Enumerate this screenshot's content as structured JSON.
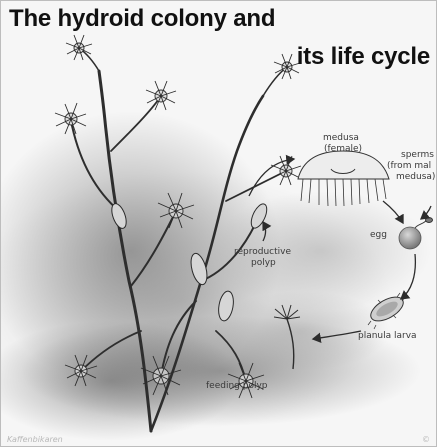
{
  "title": {
    "line1": "The hydroid colony and",
    "line2": "its life cycle"
  },
  "labels": {
    "medusa": "medusa",
    "medusa_sub": "(female)",
    "sperms": "sperms",
    "sperms_sub1": "(from mal",
    "sperms_sub2": "medusa)",
    "egg": "egg",
    "reproductive_1": "reproductive",
    "reproductive_2": "polyp",
    "planula": "planula larva",
    "feeding": "feeding polyp"
  },
  "credit": "Kaffenbikaren",
  "corner_mark": "©",
  "colors": {
    "background": "#f6f6f6",
    "wash_dark": "#4a4a4a",
    "wash_light": "#d9d9d9",
    "egg": "#8f8f8f",
    "line": "#2d2d2d"
  }
}
